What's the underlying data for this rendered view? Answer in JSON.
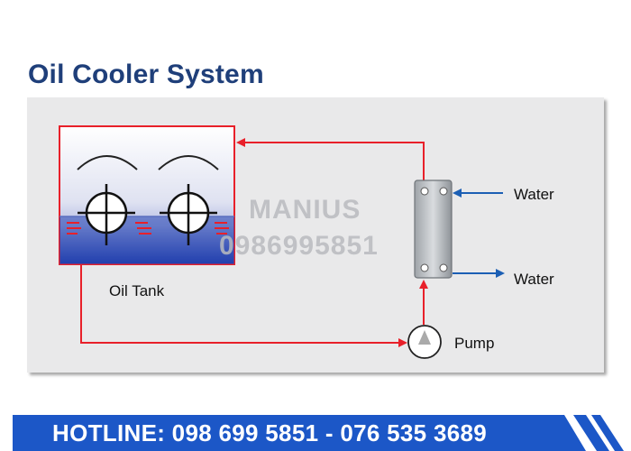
{
  "title": "Oil Cooler System",
  "labels": {
    "oil_tank": "Oil Tank",
    "pump": "Pump",
    "water_in": "Water",
    "water_out": "Water"
  },
  "watermark": {
    "brand": "MANIUS",
    "phone": "0986995851"
  },
  "hotline": {
    "text": "HOTLINE: 098 699 5851 - 076 535 3689"
  },
  "colors": {
    "oil_line": "#e8202a",
    "water_line": "#1c5fb4",
    "title": "#1f3f7a",
    "hotline_bg": "#1c57c7"
  }
}
